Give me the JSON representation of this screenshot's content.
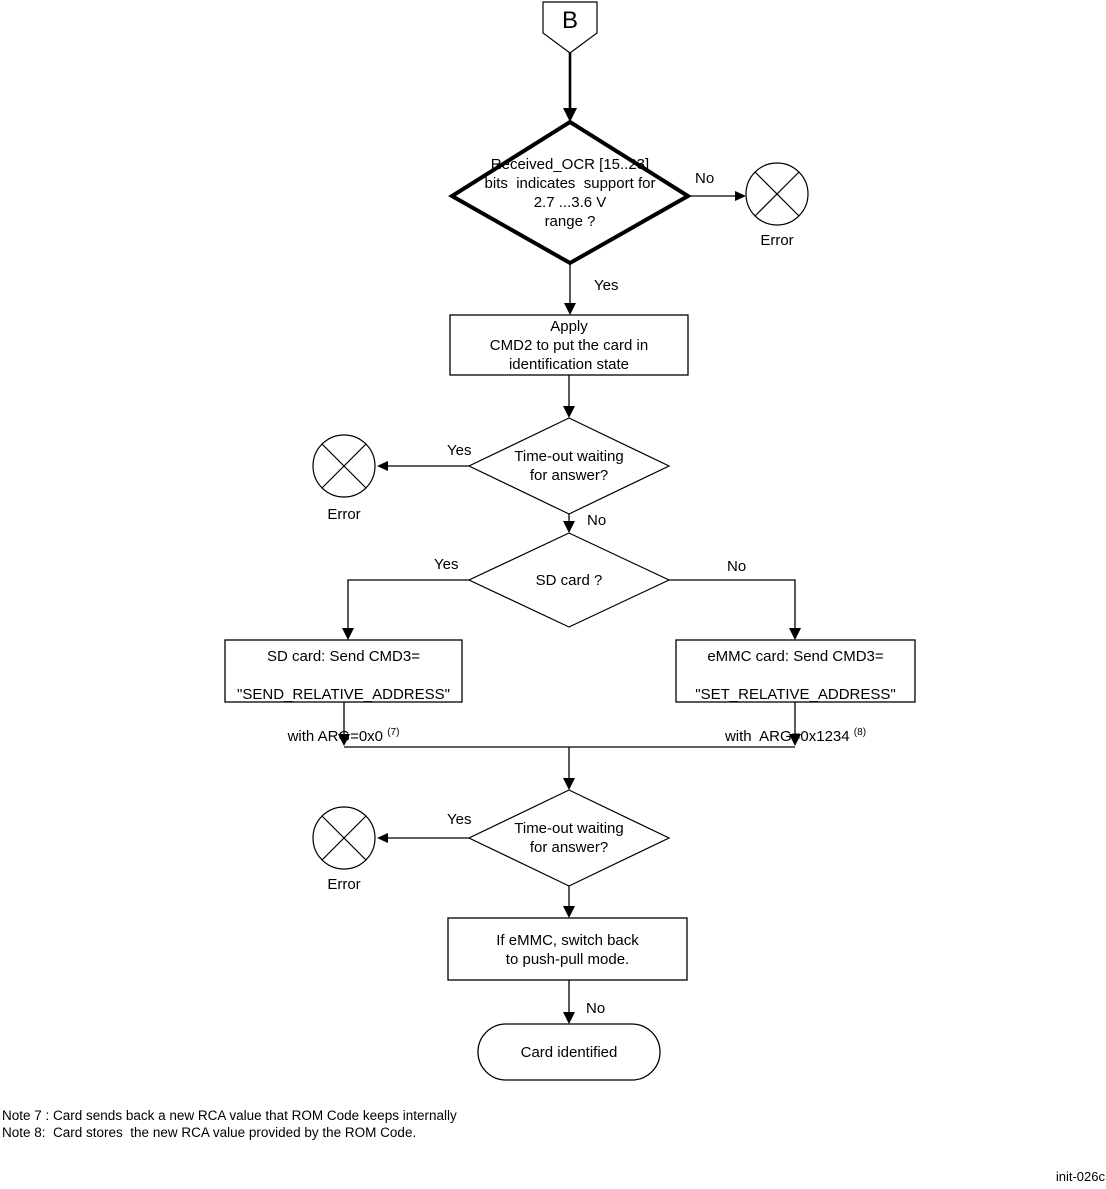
{
  "colors": {
    "line": "#000000",
    "background": "#ffffff"
  },
  "connector": {
    "label": "B"
  },
  "labels": {
    "yes": "Yes",
    "no": "No",
    "error": "Error"
  },
  "nodes": {
    "ocr_check": {
      "text": "Received_OCR [15..23]\nbits  indicates  support for\n2.7 ...3.6 V\nrange ?"
    },
    "apply_cmd2": {
      "text": "Apply\nCMD2 to put the card in\nidentification state"
    },
    "timeout1": {
      "text": "Time-out waiting\nfor answer?"
    },
    "sd_card": {
      "text": "SD card ?"
    },
    "sd_cmd3": {
      "line1": "SD card: Send CMD3=",
      "line2": "\"SEND_RELATIVE_ADDRESS\"",
      "line3": "with ARG=0x0",
      "sup": "(7)"
    },
    "emmc_cmd3": {
      "line1": "eMMC card: Send CMD3=",
      "line2": "\"SET_RELATIVE_ADDRESS\"",
      "line3": "with  ARG=0x1234",
      "sup": "(8)"
    },
    "timeout2": {
      "text": "Time-out waiting\nfor answer?"
    },
    "if_emmc": {
      "text": "If eMMC, switch back\nto push-pull mode."
    },
    "card_identified": {
      "text": "Card identified"
    }
  },
  "notes": {
    "note7": "Note 7 : Card sends back a new RCA value that ROM Code keeps internally",
    "note8": "Note 8:  Card stores  the new RCA value provided by the ROM Code."
  },
  "figure_id": "init-026c"
}
